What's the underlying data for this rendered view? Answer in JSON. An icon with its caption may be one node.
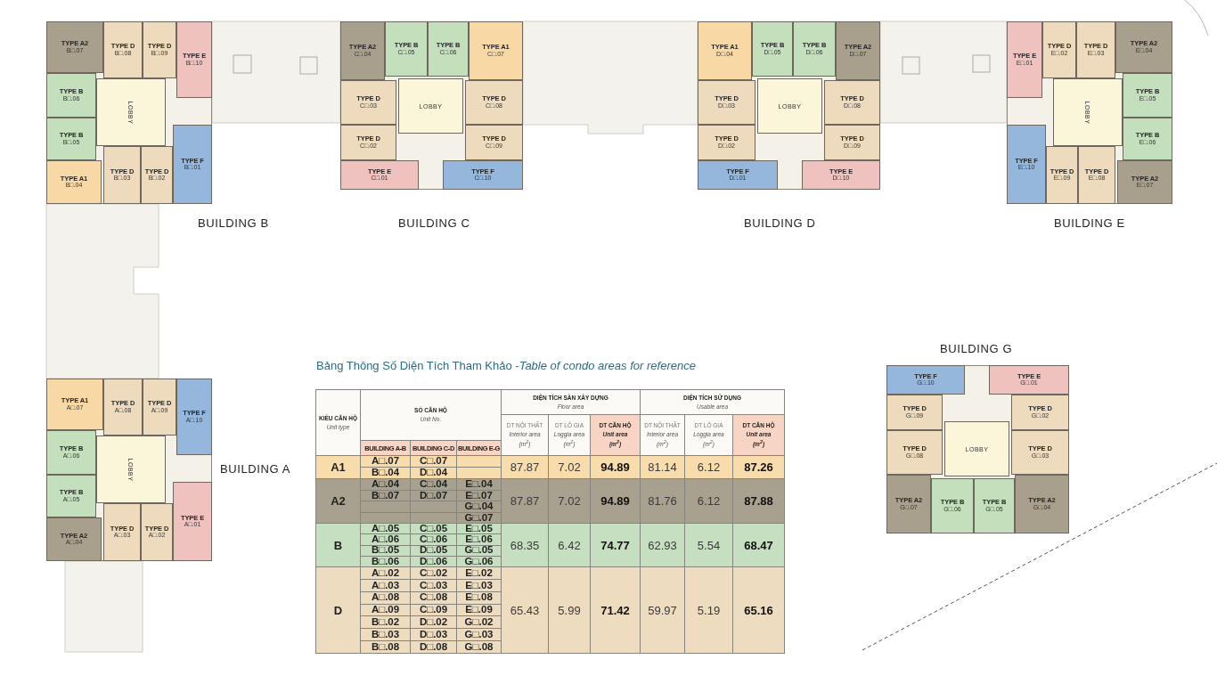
{
  "diagram": {
    "nodes": [
      {
        "text": [
          "BUILDING B"
        ]
      },
      {
        "text": [
          "TYPE A2",
          "B□.07"
        ],
        "in": 0
      },
      {
        "text": [
          "TYPE D",
          "B□.08"
        ],
        "in": 0
      },
      {
        "text": [
          "TYPE D",
          "B□.09"
        ],
        "in": 0
      },
      {
        "text": [
          "TYPE E",
          "B□.10"
        ],
        "in": 0
      },
      {
        "text": [
          "TYPE B",
          "B□.06"
        ],
        "in": 0
      },
      {
        "text": [
          "LOBBY"
        ],
        "in": 0
      },
      {
        "text": [
          "TYPE B",
          "B□.05"
        ],
        "in": 0
      },
      {
        "text": [
          "TYPE F",
          "B□.01"
        ],
        "in": 0
      },
      {
        "text": [
          "TYPE A1",
          "B□.04"
        ],
        "in": 0
      },
      {
        "text": [
          "TYPE D",
          "B□.03"
        ],
        "in": 0
      },
      {
        "text": [
          "TYPE D",
          "B□.02"
        ],
        "in": 0
      },
      {
        "text": [
          "BUILDING C"
        ]
      },
      {
        "text": [
          "TYPE A2",
          "C□.04"
        ],
        "in": 12
      },
      {
        "text": [
          "TYPE B",
          "C□.05"
        ],
        "in": 12
      },
      {
        "text": [
          "TYPE B",
          "C□.06"
        ],
        "in": 12
      },
      {
        "text": [
          "TYPE A1",
          "C□.07"
        ],
        "in": 12
      },
      {
        "text": [
          "TYPE D",
          "C□.03"
        ],
        "in": 12
      },
      {
        "text": [
          "LOBBY"
        ],
        "in": 12
      },
      {
        "text": [
          "TYPE D",
          "C□.08"
        ],
        "in": 12
      },
      {
        "text": [
          "TYPE D",
          "C□.02"
        ],
        "in": 12
      },
      {
        "text": [
          "TYPE D",
          "C□.09"
        ],
        "in": 12
      },
      {
        "text": [
          "TYPE E",
          "C□.01"
        ],
        "in": 12
      },
      {
        "text": [
          "TYPE F",
          "C□.10"
        ],
        "in": 12
      },
      {
        "text": [
          "BUILDING D"
        ]
      },
      {
        "text": [
          "TYPE A1",
          "D□.04"
        ],
        "in": 24
      },
      {
        "text": [
          "TYPE B",
          "D□.05"
        ],
        "in": 24
      },
      {
        "text": [
          "TYPE B",
          "D□.06"
        ],
        "in": 24
      },
      {
        "text": [
          "TYPE A2",
          "D□.07"
        ],
        "in": 24
      },
      {
        "text": [
          "TYPE D",
          "D□.03"
        ],
        "in": 24
      },
      {
        "text": [
          "LOBBY"
        ],
        "in": 24
      },
      {
        "text": [
          "TYPE D",
          "D□.08"
        ],
        "in": 24
      },
      {
        "text": [
          "TYPE D",
          "D□.02"
        ],
        "in": 24
      },
      {
        "text": [
          "TYPE D",
          "D□.09"
        ],
        "in": 24
      },
      {
        "text": [
          "TYPE F",
          "D□.01"
        ],
        "in": 24
      },
      {
        "text": [
          "TYPE E",
          "D□.10"
        ],
        "in": 24
      },
      {
        "text": [
          "BUILDING E"
        ]
      },
      {
        "text": [
          "TYPE E",
          "E□.01"
        ],
        "in": 36
      },
      {
        "text": [
          "TYPE D",
          "E□.02"
        ],
        "in": 36
      },
      {
        "text": [
          "TYPE D",
          "E□.03"
        ],
        "in": 36
      },
      {
        "text": [
          "TYPE A2",
          "E□.04"
        ],
        "in": 36
      },
      {
        "text": [
          "TYPE B",
          "E□.05"
        ],
        "in": 36
      },
      {
        "text": [
          "LOBBY"
        ],
        "in": 36
      },
      {
        "text": [
          "TYPE B",
          "E□.06"
        ],
        "in": 36
      },
      {
        "text": [
          "TYPE F",
          "E□.10"
        ],
        "in": 36
      },
      {
        "text": [
          "TYPE D",
          "E□.09"
        ],
        "in": 36
      },
      {
        "text": [
          "TYPE D",
          "E□.08"
        ],
        "in": 36
      },
      {
        "text": [
          "TYPE A2",
          "E□.07"
        ],
        "in": 36
      },
      {
        "text": [
          "BUILDING A"
        ]
      },
      {
        "text": [
          "TYPE A1",
          "A□.07"
        ],
        "in": 48
      },
      {
        "text": [
          "TYPE D",
          "A□.08"
        ],
        "in": 48
      },
      {
        "text": [
          "TYPE D",
          "A□.09"
        ],
        "in": 48
      },
      {
        "text": [
          "TYPE F",
          "A□.10"
        ],
        "in": 48
      },
      {
        "text": [
          "TYPE B",
          "A□.06"
        ],
        "in": 48
      },
      {
        "text": [
          "LOBBY"
        ],
        "in": 48
      },
      {
        "text": [
          "TYPE B",
          "A□.05"
        ],
        "in": 48
      },
      {
        "text": [
          "TYPE E",
          "A□.01"
        ],
        "in": 48
      },
      {
        "text": [
          "TYPE A2",
          "A□.04"
        ],
        "in": 48
      },
      {
        "text": [
          "TYPE D",
          "A□.03"
        ],
        "in": 48
      },
      {
        "text": [
          "TYPE D",
          "A□.02"
        ],
        "in": 48
      },
      {
        "text": [
          "BUILDING G"
        ]
      },
      {
        "text": [
          "TYPE F",
          "G□.10"
        ],
        "in": 60
      },
      {
        "text": [
          "TYPE E",
          "G□.01"
        ],
        "in": 60
      },
      {
        "text": [
          "TYPE D",
          "G□.09"
        ],
        "in": 60
      },
      {
        "text": [
          "TYPE D",
          "G□.02"
        ],
        "in": 60
      },
      {
        "text": [
          "LOBBY"
        ],
        "in": 60
      },
      {
        "text": [
          "TYPE D",
          "G□.08"
        ],
        "in": 60
      },
      {
        "text": [
          "TYPE D",
          "G□.03"
        ],
        "in": 60
      },
      {
        "text": [
          "TYPE A2",
          "G□.07"
        ],
        "in": 60
      },
      {
        "text": [
          "TYPE B",
          "G□.06"
        ],
        "in": 60
      },
      {
        "text": [
          "TYPE B",
          "G□.05"
        ],
        "in": 60
      },
      {
        "text": [
          "TYPE A2",
          "G□.04"
        ],
        "in": 60
      }
    ],
    "labels": [
      "Bảng Thông Số Diện Tích Tham Khảo -*Table of condo areas for reference*",
      "KIỂU CĂN HỘ",
      "Unit type",
      "SỐ CĂN HỘ",
      "Unit No.",
      "DIỆN TÍCH SÀN XÂY DỰNG",
      "Floor area",
      "DIỆN TÍCH SỬ DỤNG",
      "Usable area",
      "DT NỘI THẤT",
      "Interior area",
      "(m$^{2}$)",
      "DT LÔ GIA",
      "Loggia area",
      "(m$^{2}$)",
      "DT CĂN HỘ",
      "Unit area",
      "(m$^{2}$)",
      "DT NỘI THẤT",
      "Interior area",
      "(m$^{2}$)",
      "DT LÔ GIA",
      "Loggia area",
      "(m$^{2}$)",
      "DT CĂN HỘ",
      "Unit area",
      "(m$^{2}$)",
      "BUILDING A-B",
      "BUILDING C-D",
      "BUILDING E-G",
      "A1",
      "A□.07",
      "C□.07",
      "B□.04",
      "D□.04",
      "87.87",
      "7.02",
      "94.89",
      "81.14",
      "6.12",
      "87.26",
      "A2",
      "A□.04",
      "C□.04",
      "E□.04",
      "B□.07",
      "D□.07",
      "E□.07",
      "G□.04",
      "G□.07",
      "87.87",
      "7.02",
      "94.89",
      "81.76",
      "6.12",
      "87.88",
      "B",
      "A□.05",
      "C□.05",
      "E□.05",
      "A□.06",
      "C□.06",
      "E□.06",
      "B□.05",
      "D□.05",
      "G□.05",
      "B□.06",
      "D□.06",
      "G□.06",
      "68.35",
      "6.42",
      "74.77",
      "62.93",
      "5.54",
      "68.47",
      "D",
      "A□.02",
      "C□.02",
      "E□.02",
      "A□.03",
      "C□.03",
      "E□.03",
      "A□.08",
      "C□.08",
      "E□.08",
      "A□.09",
      "C□.09",
      "E□.09",
      "B□.02",
      "D□.02",
      "G□.02",
      "B□.03",
      "D□.03",
      "G□.03",
      "B□.08",
      "D□.08",
      "G□.08",
      "65.43",
      "5.99",
      "71.42",
      "59.97",
      "5.19",
      "65.16"
    ]
  }
}
